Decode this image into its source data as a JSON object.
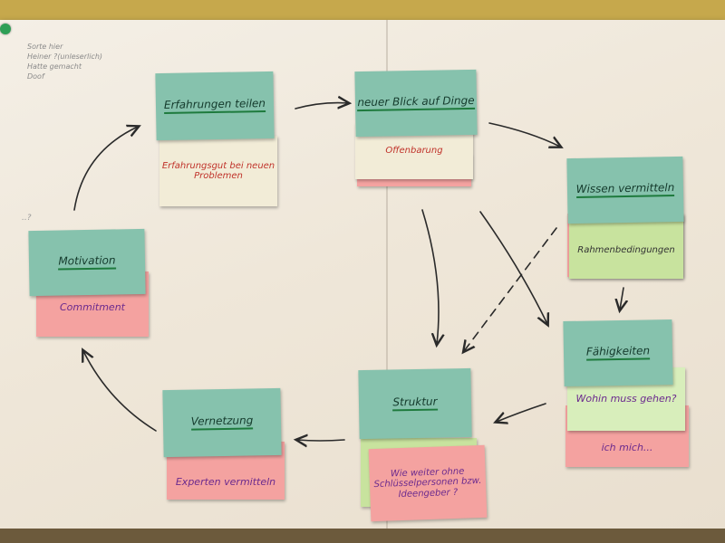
{
  "corner_note": {
    "lines": [
      "Sorte hier",
      "Heiner ?(unleserlich)",
      "Hatte gemacht",
      "Doof"
    ]
  },
  "side_mark": "..?",
  "notes": {
    "erfahrungen": {
      "title": "Erfahrungen teilen",
      "detail": "Erfahrungsgut bei neuen Problemen"
    },
    "neuer_blick": {
      "title": "neuer Blick auf Dinge",
      "detail": "Offenbarung"
    },
    "wissen": {
      "title": "Wissen vermitteln",
      "detail": "Rahmenbedingungen"
    },
    "faehigkeiten": {
      "title": "Fähigkeiten",
      "detail_1": "Wohin muss gehen?",
      "detail_2": "ich mich..."
    },
    "struktur": {
      "title": "Struktur",
      "detail": "Wie weiter ohne Schlüsselpersonen bzw. Ideengeber ?"
    },
    "vernetzung": {
      "title": "Vernetzung",
      "detail": "Experten vermitteln"
    },
    "motivation": {
      "title": "Motivation",
      "detail": "Commitment"
    }
  },
  "colors": {
    "teal": "#86c2ad",
    "pink": "#f4a2a0",
    "green": "#c8e39e",
    "cream": "#f2ecd7",
    "underline": "#1e7a3d"
  }
}
